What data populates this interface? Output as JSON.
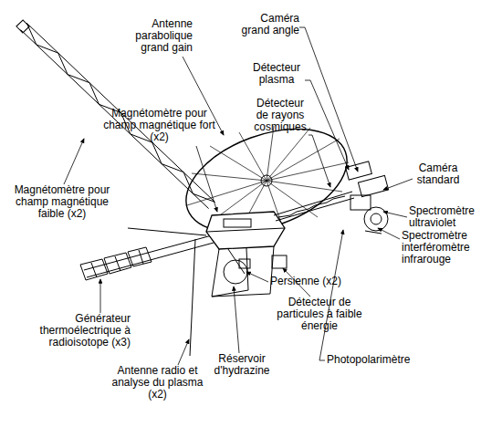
{
  "diagram": {
    "labels": [
      "Antenne parabolique grand gain",
      "Caméra grand angle",
      "Détecteur plasma",
      "Magnétomètre pour champ magnétique fort (x2)",
      "Détecteur de rayons cosmiques",
      "Caméra standard",
      "Spectromètre ultraviolet",
      "Magnétomètre pour champ magnétique faible (x2)",
      "Spectromètre interféromètre infrarouge",
      "Persienne (x2)",
      "Détecteur de particules à faible énergie",
      "Générateur thermoélectrique à radioisotope (x3)",
      "Photopolarimètre",
      "Antenne radio et analyse du plasma (x2)",
      "Réservoir d'hydrazine"
    ]
  }
}
